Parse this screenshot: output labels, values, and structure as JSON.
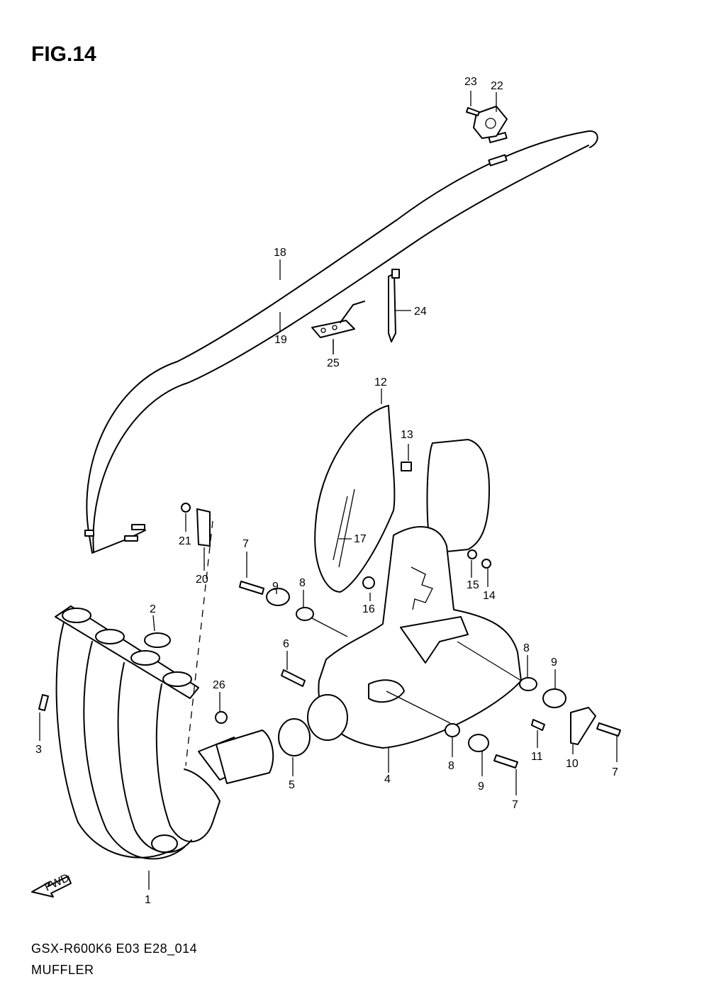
{
  "figure": {
    "title": "FIG.14",
    "model_code": "GSX-R600K6 E03 E28_014",
    "name": "MUFFLER",
    "fwd_label": "FWD"
  },
  "callouts": [
    "1",
    "2",
    "3",
    "4",
    "5",
    "6",
    "7",
    "8",
    "9",
    "10",
    "11",
    "12",
    "13",
    "14",
    "15",
    "16",
    "17",
    "18",
    "19",
    "20",
    "21",
    "22",
    "23",
    "24",
    "25",
    "26"
  ]
}
